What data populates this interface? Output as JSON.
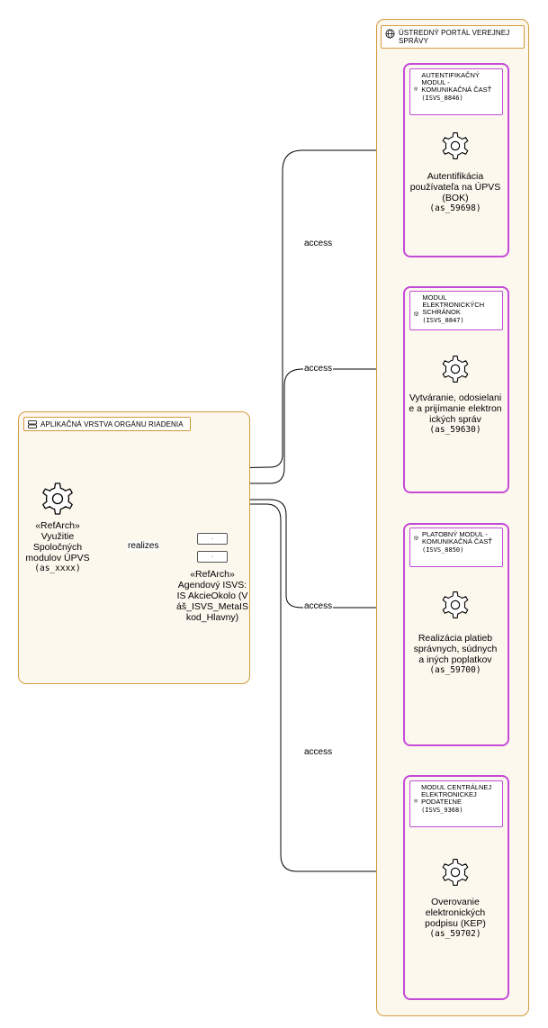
{
  "portal": {
    "title": "ÚSTREDNÝ PORTÁL VEREJNEJ SPRÁVY",
    "icon": "globe-icon"
  },
  "app_layer": {
    "title": "APLIKAČNÁ VRSTVA ORGÁNU RIADENIA",
    "icon": "server-stack-icon",
    "service": {
      "stereotype": "«RefArch»",
      "name": "Využitie Spoločných modulov ÚPVS",
      "code": "(as_xxxx)"
    },
    "component": {
      "stereotype": "«RefArch»",
      "name": "Agendový ISVS: IS AkcieOkolo (Váš_ISVS_MetaISkod_Hlavny)",
      "port_label": "·"
    }
  },
  "modules": [
    {
      "name": "AUTENTIFIKAČNÝ MODUL - KOMUNIKAČNÁ ČASŤ",
      "code": "(ISVS_8846)",
      "service": {
        "name": "Autentifikácia používateľa na ÚPVS (BOK)",
        "code": "(as_59698)"
      }
    },
    {
      "name": "MODUL ELEKTRONICKÝCH SCHRÁNOK",
      "code": "(ISVS_8847)",
      "service": {
        "name": "Vytváranie, odosielanie a prijímanie elektronických správ",
        "code": "(as_59630)"
      }
    },
    {
      "name": "PLATOBNÝ MODUL - KOMUNIKAČNÁ ČASŤ",
      "code": "(ISVS_8850)",
      "service": {
        "name": "Realizácia platieb správnych, súdnych a iných poplatkov",
        "code": "(as_59700)"
      }
    },
    {
      "name": "MODUL CENTRÁLNEJ ELEKTRONICKEJ PODATEĽNE",
      "code": "(ISVS_9368)",
      "service": {
        "name": "Overovanie elektronických podpisu (KEP)",
        "code": "(as_59702)"
      }
    }
  ],
  "connections": {
    "access_label": "access",
    "realizes_label": "realizes"
  },
  "colors": {
    "frame_border": "#d59a3d",
    "frame_fill": "#fdf8ee",
    "module_border": "#c44ad8"
  }
}
